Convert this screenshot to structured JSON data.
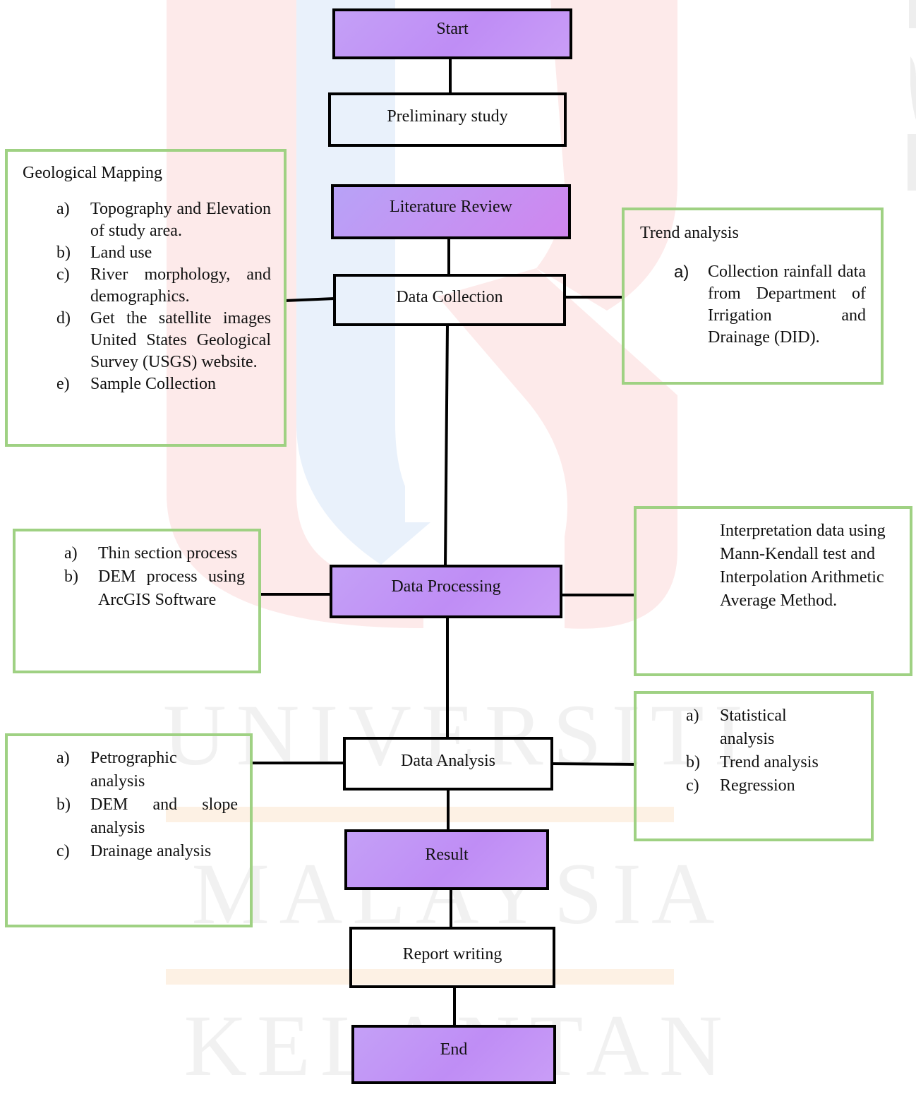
{
  "flow": {
    "start": "Start",
    "preliminary": "Preliminary study",
    "literature": "Literature Review",
    "collection": "Data Collection",
    "processing": "Data Processing",
    "analysis": "Data Analysis",
    "result": "Result",
    "report": "Report writing",
    "end": "End"
  },
  "geological_mapping": {
    "title": "Geological Mapping",
    "items": [
      {
        "marker": "a)",
        "text": "Topography and Elevation of study area."
      },
      {
        "marker": "b)",
        "text": "Land use"
      },
      {
        "marker": "c)",
        "text": "River morphology, and demographics."
      },
      {
        "marker": "d)",
        "text": "Get the satellite images United States Geological Survey (USGS) website."
      },
      {
        "marker": "e)",
        "text": "Sample Collection"
      }
    ]
  },
  "trend_analysis": {
    "title": "Trend analysis",
    "items": [
      {
        "marker": "a)",
        "text": "Collection rainfall data from Department of Irrigation and Drainage (DID)."
      }
    ]
  },
  "processing_left": {
    "items": [
      {
        "marker": "a)",
        "text": "Thin section process"
      },
      {
        "marker": "b)",
        "text": "DEM process using ArcGIS Software"
      }
    ]
  },
  "processing_right": {
    "text": "Interpretation data using Mann-Kendall test and Interpolation Arithmetic Average Method."
  },
  "analysis_left": {
    "items": [
      {
        "marker": "a)",
        "text": "Petrographic analysis"
      },
      {
        "marker": "b)",
        "text": "DEM and slope analysis"
      },
      {
        "marker": "c)",
        "text": "Drainage analysis"
      }
    ]
  },
  "analysis_right": {
    "items": [
      {
        "marker": "a)",
        "text": "Statistical analysis"
      },
      {
        "marker": "b)",
        "text": "Trend analysis"
      },
      {
        "marker": "c)",
        "text": "Regression"
      }
    ]
  },
  "watermark": {
    "line1": "UNIVERSITI",
    "line2": "MALAYSIA",
    "line3": "KELANTAN"
  },
  "colors": {
    "process_fill": "#c197f6",
    "note_border": "#9fd183",
    "watermark_red": "#fde9e9",
    "watermark_blue": "#e9f1fb"
  }
}
